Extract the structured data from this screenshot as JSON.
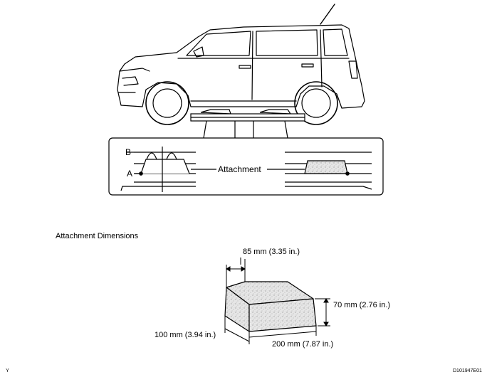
{
  "callouts": {
    "line_b": "B",
    "line_a": "A",
    "attachment": "Attachment"
  },
  "section_title": "Attachment Dimensions",
  "dimensions": {
    "top_depth": "85 mm (3.35 in.)",
    "height": "70 mm (2.76 in.)",
    "front_width": "100 mm (3.94 in.)",
    "base_length": "200 mm (7.87 in.)"
  },
  "footer": {
    "left_code": "Y",
    "figure_id": "D101947E01"
  },
  "colors": {
    "line": "#000000",
    "speckle": "#d8d8d8",
    "background": "#ffffff"
  }
}
